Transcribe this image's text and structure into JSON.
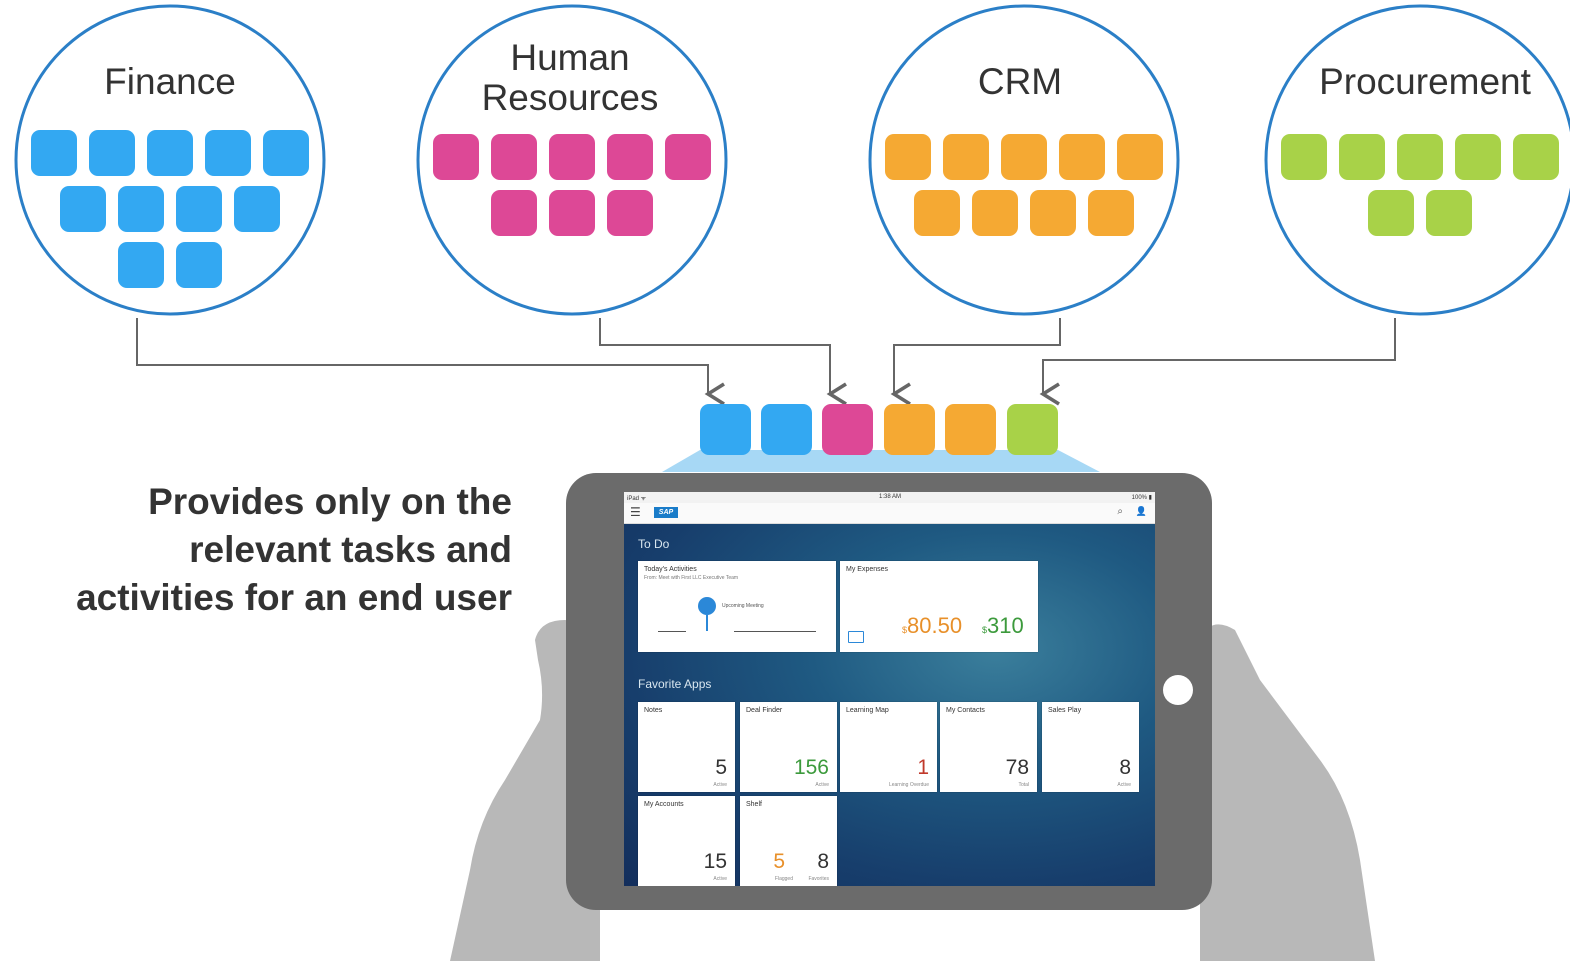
{
  "colors": {
    "circle_stroke": "#2b7fc7",
    "finance": "#33a8f2",
    "hr": "#dd4896",
    "crm": "#f5a933",
    "procurement": "#a8d248",
    "connector": "#666666",
    "tablet_frame": "#6b6b6b",
    "hands": "#b8b8b8"
  },
  "modules": [
    {
      "name": "Finance",
      "color_key": "finance",
      "app_count": 11
    },
    {
      "name": "Human\nResources",
      "color_key": "hr",
      "app_count": 8
    },
    {
      "name": "CRM",
      "color_key": "crm",
      "app_count": 9
    },
    {
      "name": "Procurement",
      "color_key": "procurement",
      "app_count": 7
    }
  ],
  "selected_apps": [
    "finance",
    "finance",
    "hr",
    "crm",
    "crm",
    "procurement"
  ],
  "tagline": "Provides only on the\nrelevant tasks and\nactivities for an end user",
  "tablet": {
    "status_left": "iPad ᯤ",
    "status_center": "1:38 AM",
    "status_right": "100% ▮",
    "logo": "SAP",
    "todo_title": "To Do",
    "todo_tiles": [
      {
        "title": "Today's Activities",
        "subtitle": "From: Meet with First LLC Executive Team",
        "bubble_text": "Upcoming Meeting"
      },
      {
        "title": "My Expenses",
        "amount1": "80.50",
        "amount2": "310",
        "currency": "$"
      }
    ],
    "favorites_title": "Favorite Apps",
    "favorite_tiles": [
      {
        "title": "Notes",
        "number": "5",
        "unit": "Active",
        "number_color": "#333333"
      },
      {
        "title": "Deal Finder",
        "number": "156",
        "unit": "Active",
        "number_color": "#3c9a3c"
      },
      {
        "title": "Learning Map",
        "number": "1",
        "unit": "Learning Overdue",
        "number_color": "#c0392b"
      },
      {
        "title": "My Contacts",
        "number": "78",
        "unit": "Total",
        "number_color": "#333333"
      },
      {
        "title": "Sales Play",
        "number": "8",
        "unit": "Active",
        "number_color": "#333333"
      },
      {
        "title": "My Accounts",
        "number": "15",
        "unit": "Active",
        "number_color": "#333333"
      },
      {
        "title": "Shelf",
        "number": "5",
        "unit": "Flagged",
        "number_color": "#e8902a",
        "number2": "8",
        "unit2": "Favorites"
      }
    ]
  }
}
